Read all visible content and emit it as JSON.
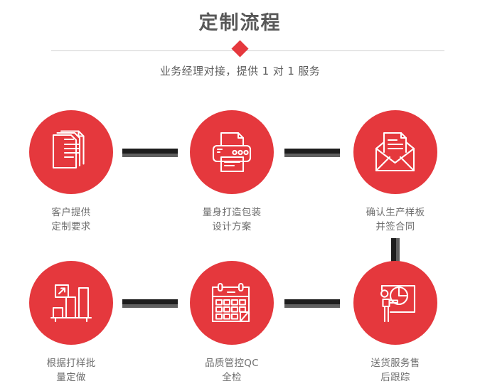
{
  "header": {
    "title": "定制流程",
    "subtitle": "业务经理对接，提供 1 对 1 服务",
    "accent_color": "#e5383d",
    "title_color": "#585858",
    "divider_color": "#d2d2d2",
    "diamond_icon": "diamond-marker"
  },
  "flow": {
    "steps": [
      {
        "index": 1,
        "icon": "documents-stack-icon",
        "caption_line1": "客户提供",
        "caption_line2": "定制要求"
      },
      {
        "index": 2,
        "icon": "printer-icon",
        "caption_line1": "量身打造包装",
        "caption_line2": "设计方案"
      },
      {
        "index": 3,
        "icon": "envelope-letter-icon",
        "caption_line1": "确认生产样板",
        "caption_line2": "并签合同"
      },
      {
        "index": 4,
        "icon": "bar-chart-growth-icon",
        "caption_line1": "根据打样批",
        "caption_line2": "量定做"
      },
      {
        "index": 5,
        "icon": "calendar-icon",
        "caption_line1": "品质管控QC",
        "caption_line2": "全检"
      },
      {
        "index": 6,
        "icon": "presenter-piechart-icon",
        "caption_line1": "送货服务售",
        "caption_line2": "后跟踪"
      }
    ],
    "connector_color": "#1d1d1d",
    "connector_shadow_color": "#5f5f5f",
    "circle_color": "#e5383d",
    "caption_color": "#6e6e6e"
  }
}
